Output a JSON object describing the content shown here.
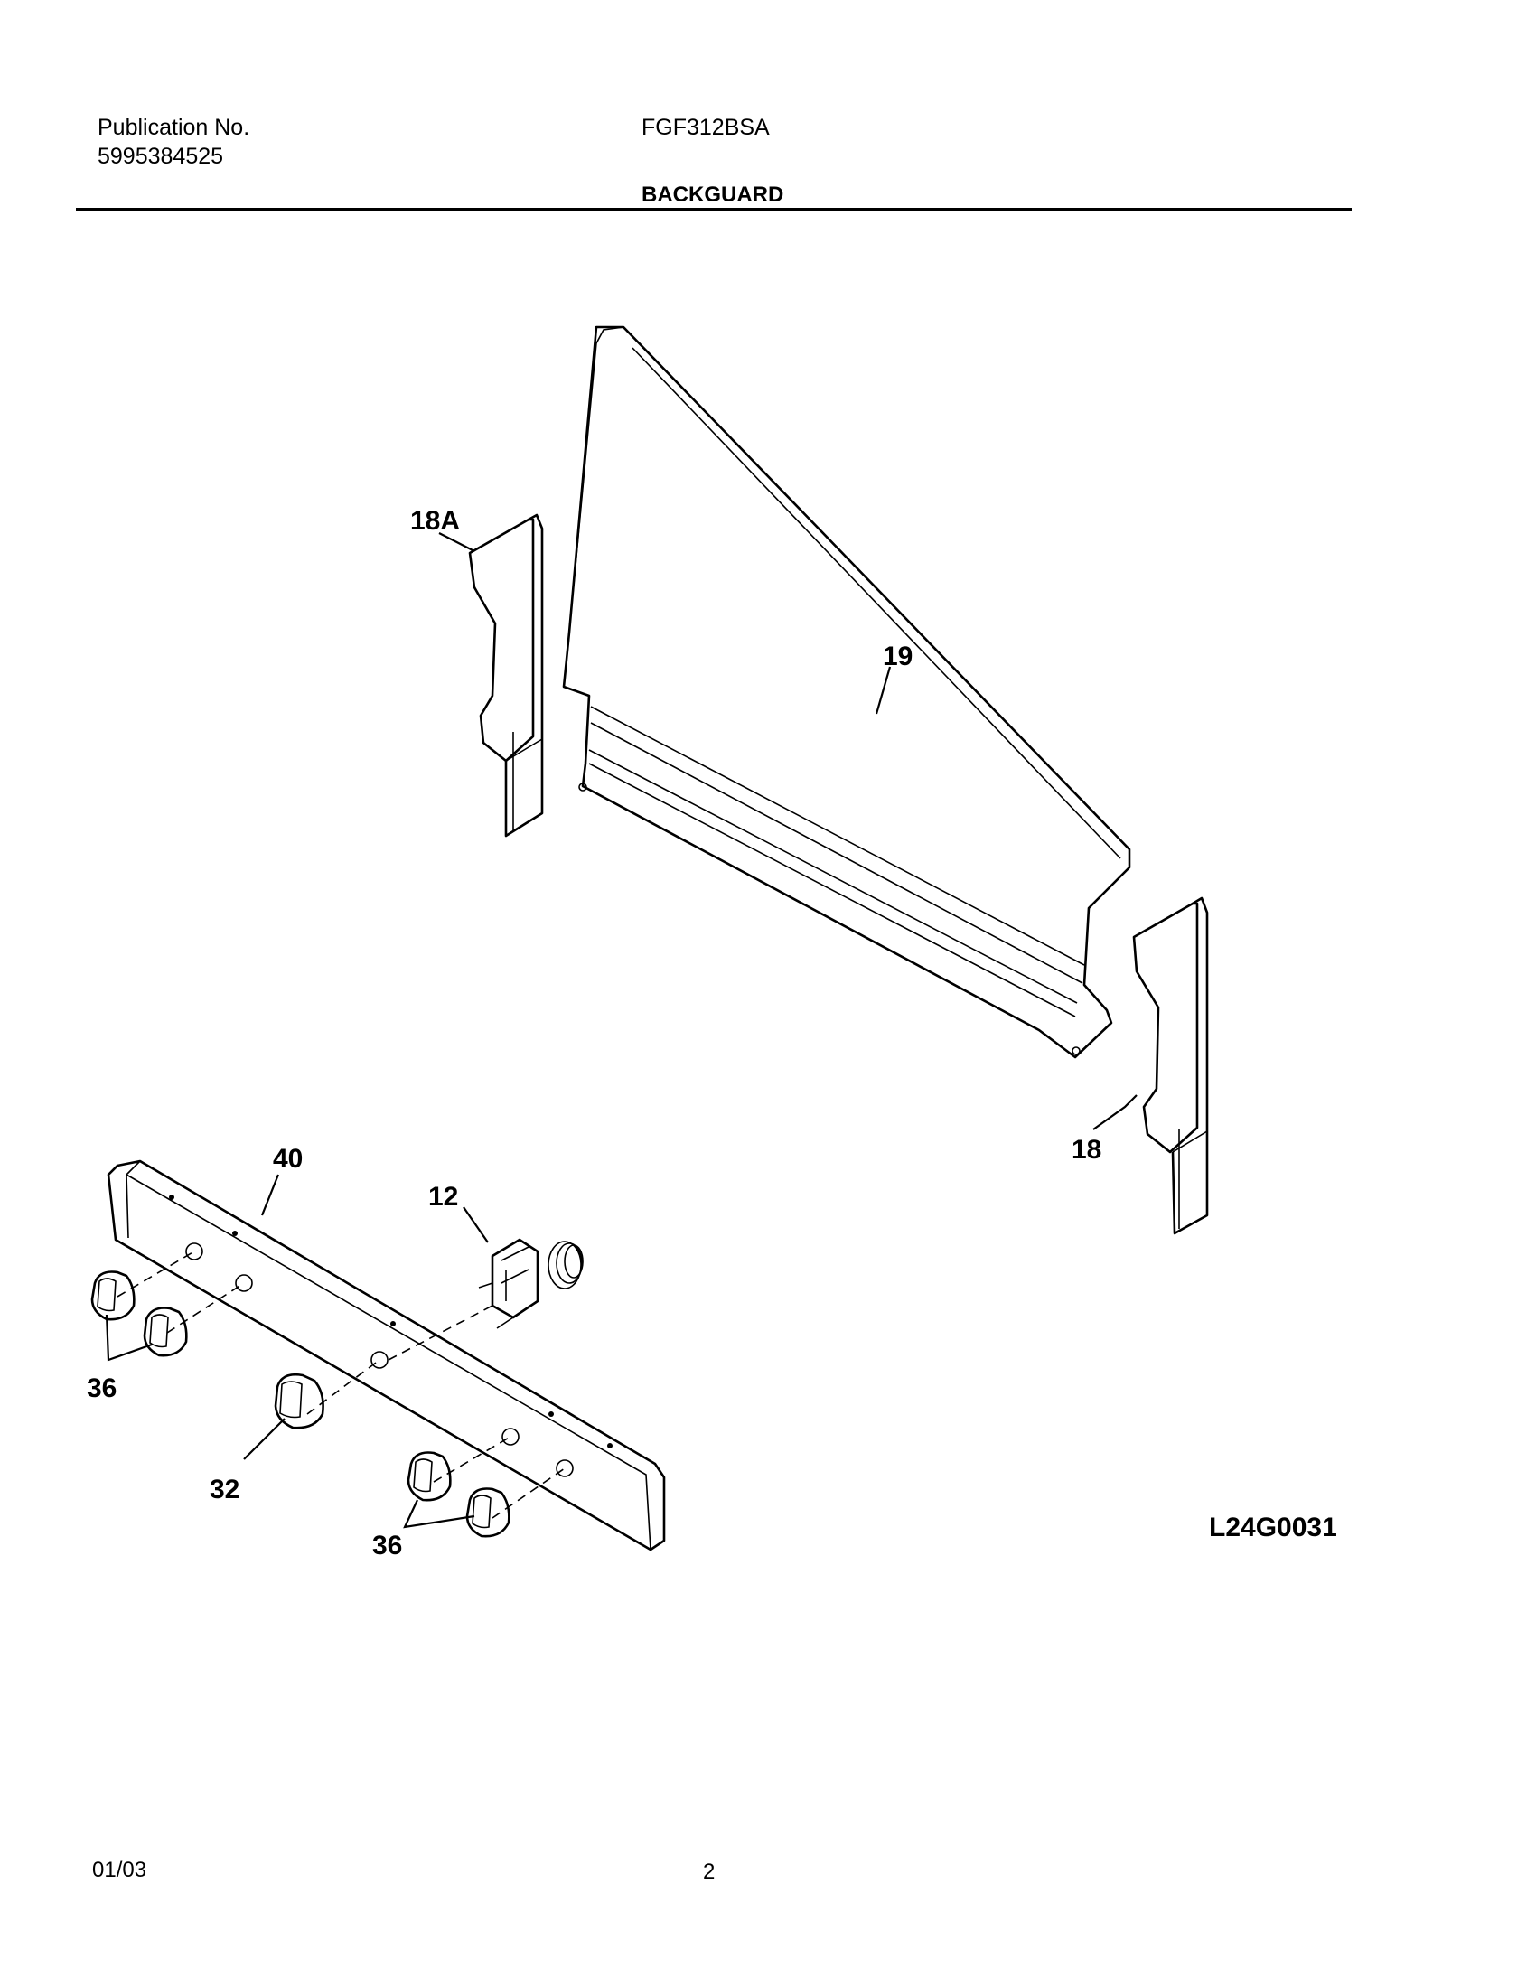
{
  "header": {
    "publication_label": "Publication No.",
    "publication_number": "5995384525",
    "model": "FGF312BSA",
    "section_title": "BACKGUARD"
  },
  "diagram": {
    "callouts": {
      "p18a": "18A",
      "p19": "19",
      "p18": "18",
      "p40": "40",
      "p12": "12",
      "p36a": "36",
      "p32": "32",
      "p36b": "36"
    },
    "drawing_id": "L24G0031"
  },
  "footer": {
    "date": "01/03",
    "page": "2"
  }
}
